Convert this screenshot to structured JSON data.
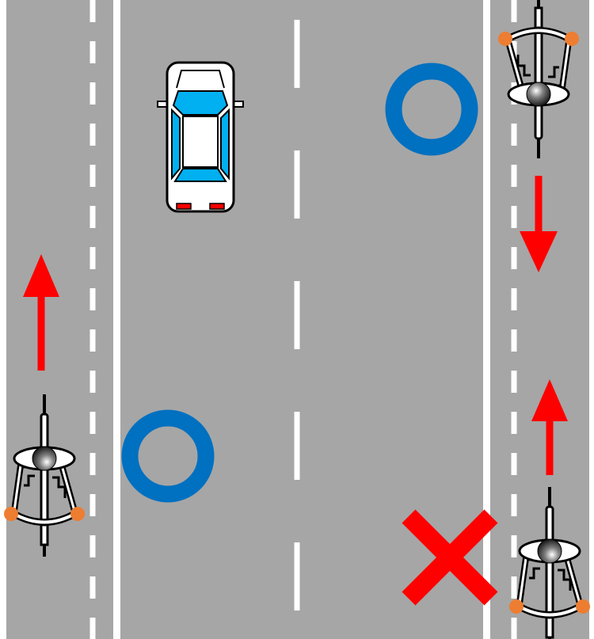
{
  "scene": {
    "description_free": true,
    "colors": {
      "road": "#a6a6a6",
      "lane_marking": "#ffffff",
      "arrow": "#ff0000",
      "ok_mark": "#0070c0",
      "ng_mark": "#ff0000",
      "car_window": "#00b0f0",
      "car_taillight": "#ff0000",
      "rider_hand": "#ed7d31"
    },
    "lanes": [
      "left-bicycle-lane",
      "center-carriageway",
      "right-bicycle-lane"
    ],
    "cyclists": [
      {
        "id": "left-cyclist",
        "direction": "up",
        "mark": "ok"
      },
      {
        "id": "right-top-cyclist",
        "direction": "down",
        "mark": "ok"
      },
      {
        "id": "right-bottom-cyclist",
        "direction": "up",
        "mark": "ng"
      }
    ],
    "car": {
      "id": "car",
      "direction": "up"
    },
    "marks": [
      "circle",
      "circle",
      "cross"
    ]
  }
}
